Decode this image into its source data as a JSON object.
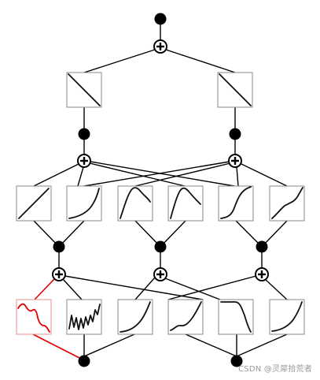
{
  "diagram": {
    "description_text": "",
    "watermark": "CSDN @灵犀拾荒者",
    "colors": {
      "edge": "#000000",
      "highlight": "#e00000",
      "box_border": "#8a8a8a",
      "highlight_box_border": "#e89090",
      "node_fill": "#000000",
      "sum_fill": "#ffffff"
    },
    "layers": [
      {
        "id": "output-layer",
        "nodes": 1
      },
      {
        "id": "hidden-layer-1",
        "nodes": 2
      },
      {
        "id": "hidden-layer-2",
        "nodes": 3
      },
      {
        "id": "input-layer",
        "nodes": 2
      }
    ],
    "activation_rows": [
      {
        "id": "row-1",
        "count": 2,
        "shapes": [
          "decreasing-line",
          "decreasing-line"
        ]
      },
      {
        "id": "row-2",
        "count": 6,
        "shapes": [
          "linear-up",
          "concave-up",
          "peak",
          "peak",
          "sigmoid",
          "s-curve"
        ]
      },
      {
        "id": "row-3",
        "count": 6,
        "shapes": [
          "bumpy-decrease",
          "oscillating-up",
          "convex-up",
          "wavy-up",
          "plateau-drop",
          "convex-up"
        ]
      }
    ],
    "highlighted_path": [
      "row-3-box-1",
      "input-node-1",
      "sum-row-3-1"
    ]
  }
}
